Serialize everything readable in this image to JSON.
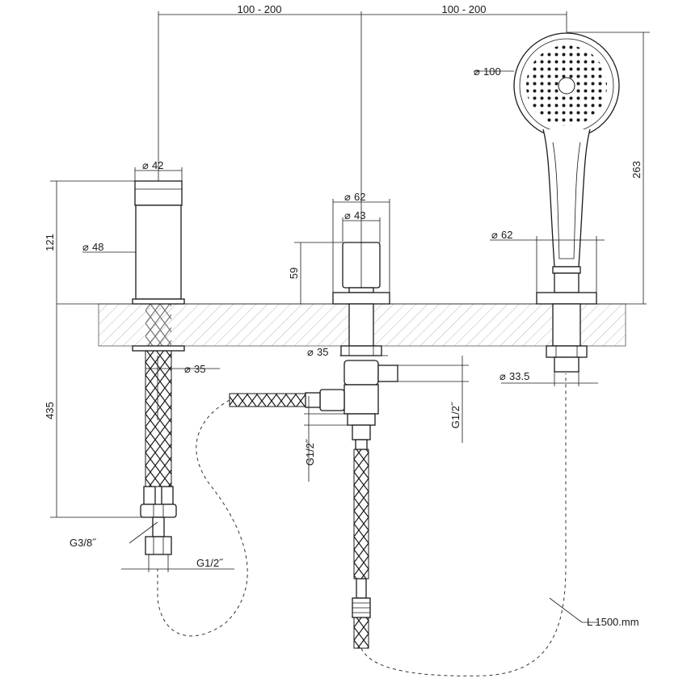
{
  "dimensions": {
    "top_left_span": "100   -   200",
    "top_right_span": "100   -   200",
    "spout_head_dia": "42",
    "spout_body_dia": "48",
    "spout_height": "121",
    "spout_shank_dia": "35",
    "spout_hose_length": "435",
    "spout_conn_thread": "G3/8˝",
    "spout_outlet_thread": "G1/2˝",
    "mixer_base_dia": "62",
    "mixer_handle_dia": "43",
    "mixer_height": "59",
    "mixer_shank_dia": "35",
    "mixer_side_thread": "G1/2˝",
    "mixer_outlet_thread": "G1/2˝",
    "shower_head_dia": "100",
    "shower_height": "263",
    "shower_base_dia": "62",
    "shower_shank_dia": "33.5",
    "hose_length": "L 1500.mm"
  },
  "symbols": {
    "diameter": "⌀"
  }
}
